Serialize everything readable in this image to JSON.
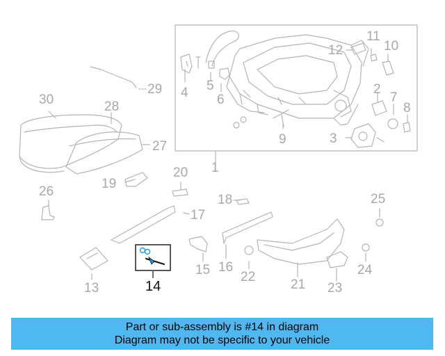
{
  "colors": {
    "banner": "#4fb8f0",
    "part_line": "#b4b4b4",
    "highlight": "#111111",
    "highlight_part": "#1e9be0"
  },
  "callouts": {
    "c1": "1",
    "c2": "2",
    "c3": "3",
    "c4": "4",
    "c5": "5",
    "c6": "6",
    "c7": "7",
    "c8": "8",
    "c9": "9",
    "c10": "10",
    "c11": "11",
    "c12": "12",
    "c13": "13",
    "c14": "14",
    "c15": "15",
    "c16": "16",
    "c17": "17",
    "c18": "18",
    "c19": "19",
    "c20": "20",
    "c21": "21",
    "c22": "22",
    "c23": "23",
    "c24": "24",
    "c25": "25",
    "c26": "26",
    "c27": "27",
    "c28": "28",
    "c29": "29",
    "c30": "30"
  },
  "highlighted_part": "14",
  "banner": {
    "line1": "Part or sub-assembly is #14 in diagram",
    "line2": "Diagram may not be specific to your vehicle"
  }
}
